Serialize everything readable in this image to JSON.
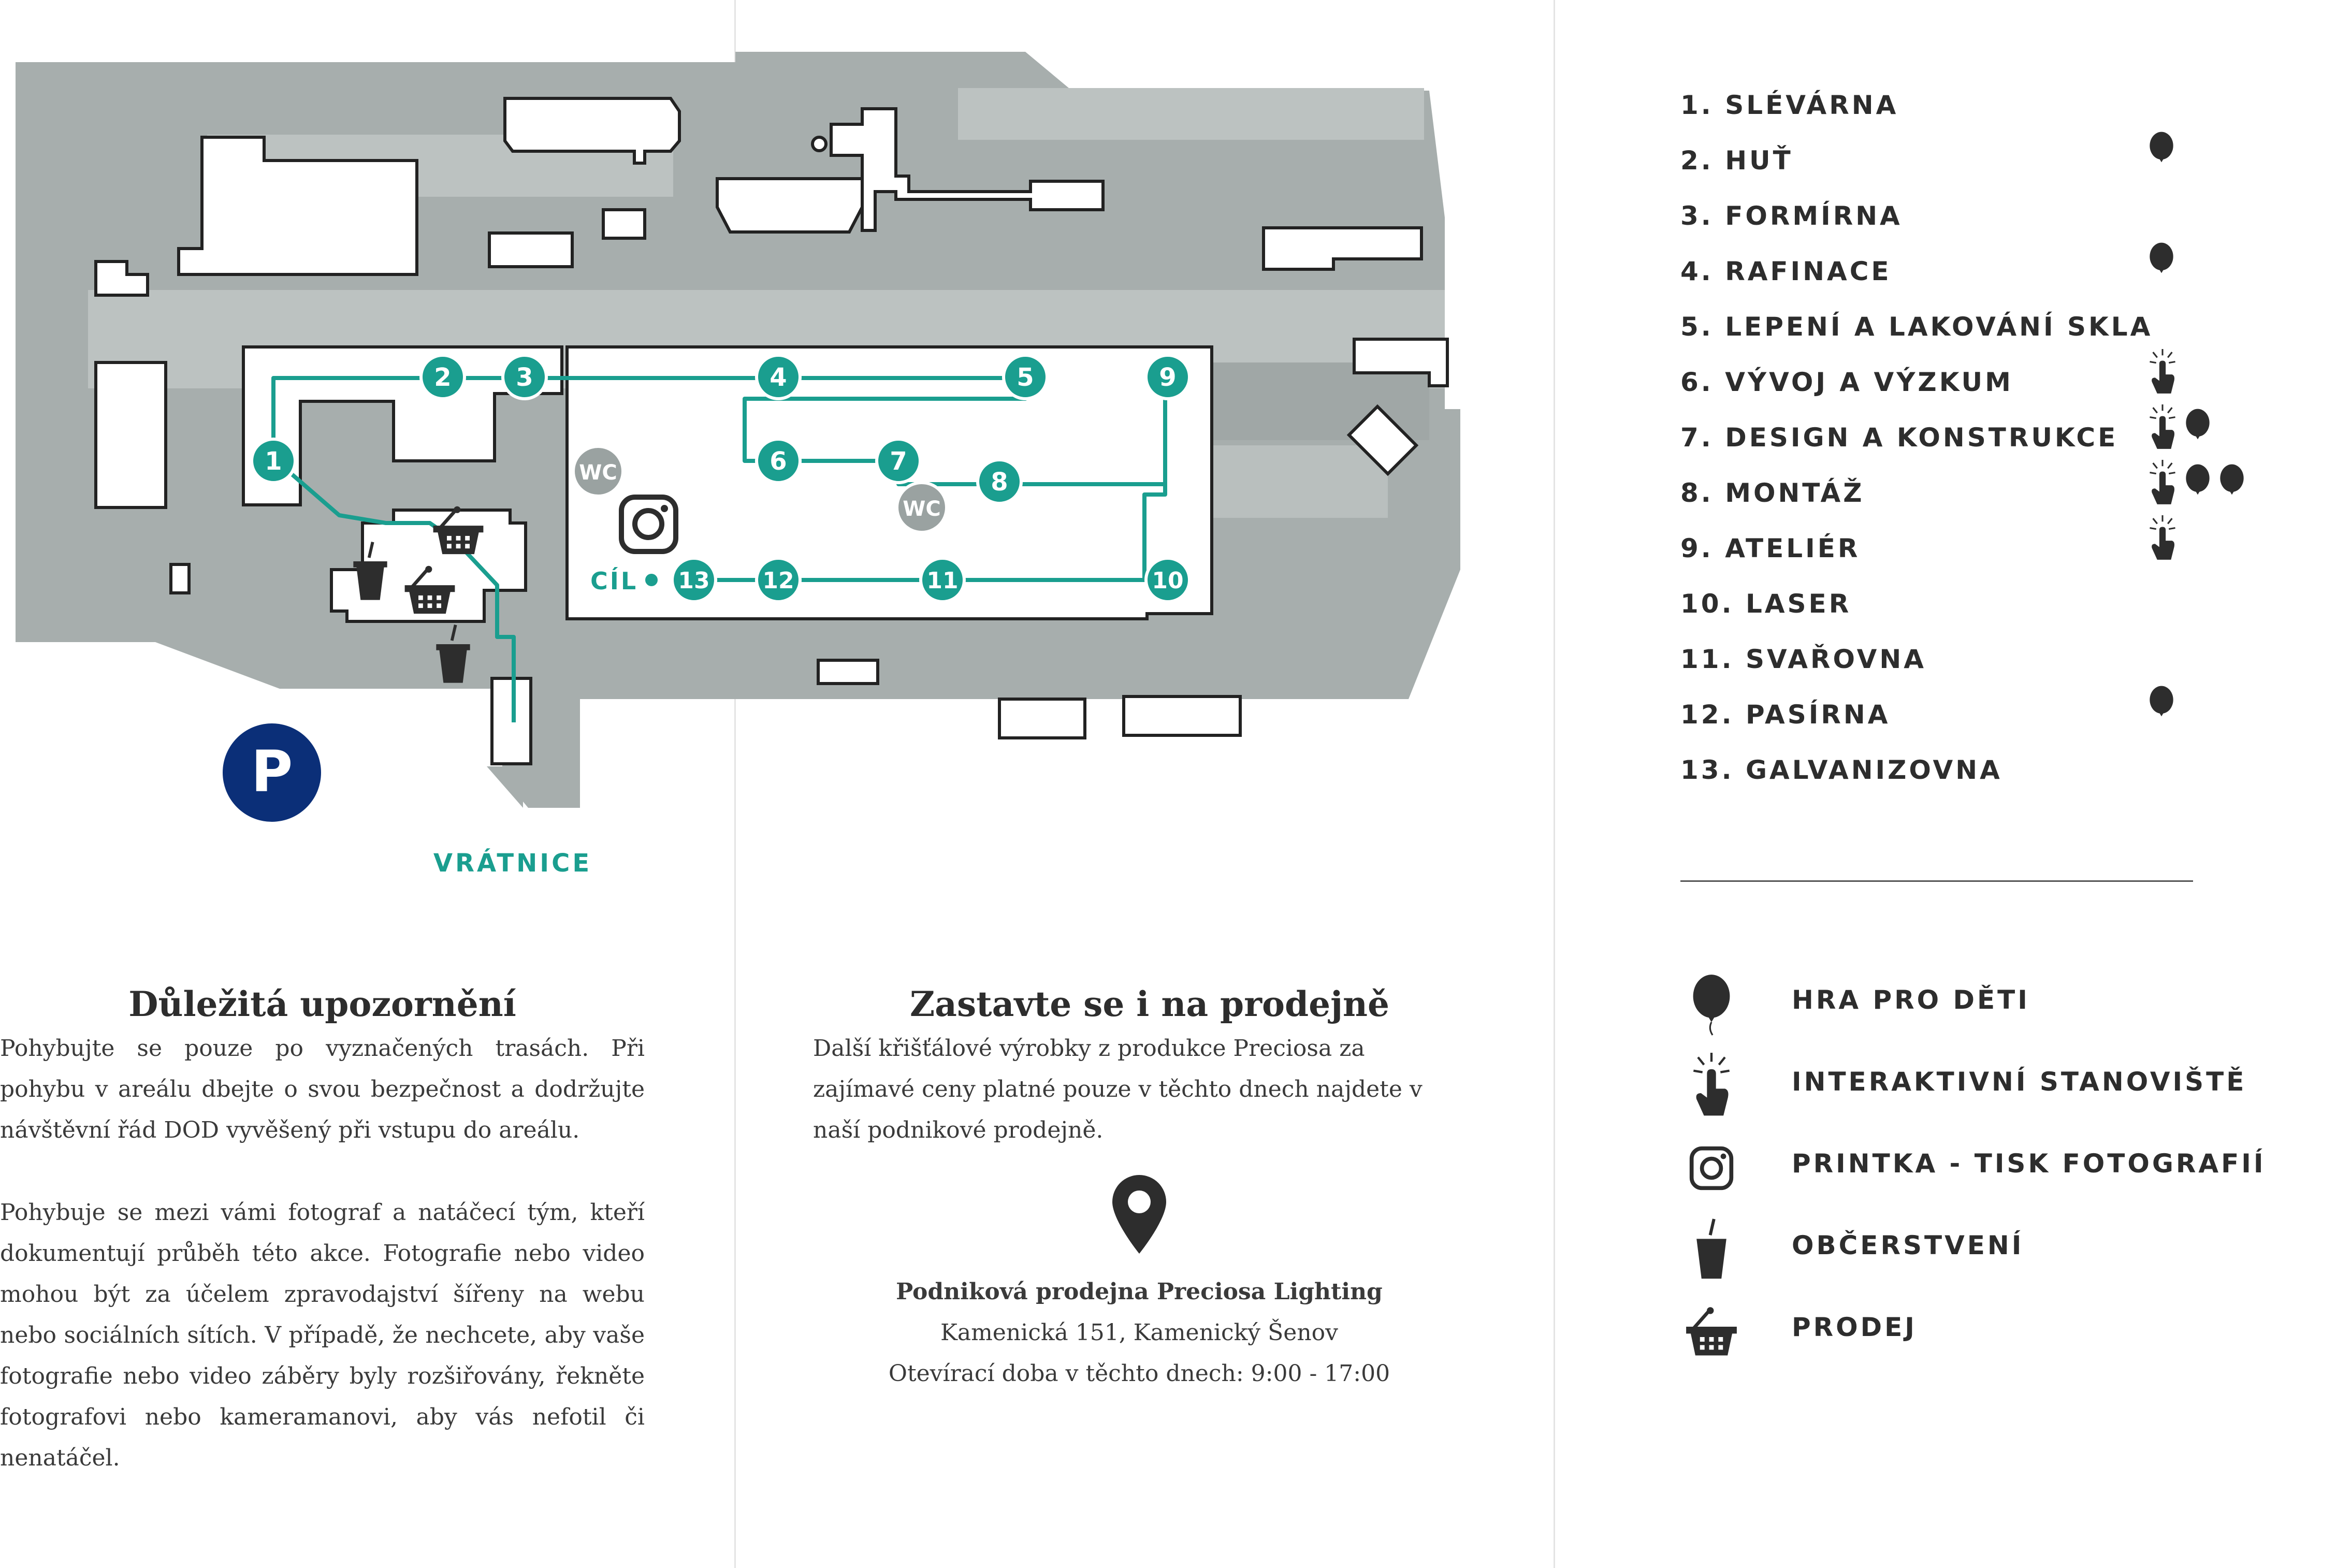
{
  "map": {
    "route_color": "#1a9e8f",
    "parking_color": "#0b2f78",
    "parking_label": "P",
    "gate_label": "VRÁTNICE",
    "finish_label": "CÍL",
    "wc_label": "WC",
    "stops": [
      "1",
      "2",
      "3",
      "4",
      "5",
      "6",
      "7",
      "8",
      "9",
      "10",
      "11",
      "12",
      "13"
    ]
  },
  "stations": {
    "items": [
      {
        "label": "1.  SLÉVÁRNA",
        "icons": []
      },
      {
        "label": "2.  HUŤ",
        "icons": [
          "balloon"
        ]
      },
      {
        "label": "3.  FORMÍRNA",
        "icons": []
      },
      {
        "label": "4.  RAFINACE",
        "icons": [
          "balloon"
        ]
      },
      {
        "label": "5.  LEPENÍ A LAKOVÁNÍ SKLA",
        "icons": []
      },
      {
        "label": "6.  VÝVOJ A VÝZKUM",
        "icons": [
          "hand"
        ]
      },
      {
        "label": "7.  DESIGN A KONSTRUKCE",
        "icons": [
          "hand",
          "balloon"
        ]
      },
      {
        "label": "8.  MONTÁŽ",
        "icons": [
          "hand",
          "balloon",
          "balloon"
        ]
      },
      {
        "label": "9.  ATELIÉR",
        "icons": [
          "hand"
        ]
      },
      {
        "label": "10.  LASER",
        "icons": []
      },
      {
        "label": "11.  SVAŘOVNA",
        "icons": []
      },
      {
        "label": "12.  PASÍRNA",
        "icons": [
          "balloon"
        ]
      },
      {
        "label": "13.  GALVANIZOVNA",
        "icons": []
      }
    ]
  },
  "key": {
    "items": [
      {
        "icon": "balloon-icon",
        "label": "HRA PRO DĚTI"
      },
      {
        "icon": "hand-icon",
        "label": "INTERAKTIVNÍ STANOVIŠTĚ"
      },
      {
        "icon": "instagram-icon",
        "label": "PRINTKA - TISK FOTOGRAFIÍ"
      },
      {
        "icon": "cup-icon",
        "label": "OBČERSTVENÍ"
      },
      {
        "icon": "basket-icon",
        "label": "PRODEJ"
      }
    ]
  },
  "notice": {
    "title": "Důležitá upozornění",
    "p1": "Pohybujte se pouze po vyznačených trasách. Při pohybu v areálu dbejte o svou bezpečnost a dodržujte návštěvní řád DOD vyvěšený při vstupu do areálu.",
    "p2": "Pohybuje se mezi vámi fotograf a natáčecí tým, kteří dokumentují průběh této akce. Fotografie nebo video mohou být za účelem zpravodajství šířeny na webu nebo sociálních sítích. V případě, že nechcete, aby vaše fotografie nebo video záběry byly rozšiřovány, řekněte fotografovi nebo kameramanovi, aby vás nefotil či nenatáčel."
  },
  "shop": {
    "title": "Zastavte se i na prodejně",
    "text": "Další křišťálové výrobky z produkce Preciosa za zajímavé ceny platné pouze v těchto dnech najdete v naší podnikové prodejně.",
    "name": "Podniková prodejna Preciosa Lighting",
    "address": "Kamenická 151, Kamenický Šenov",
    "hours": "Otevírací doba v těchto dnech: 9:00 - 17:00"
  }
}
